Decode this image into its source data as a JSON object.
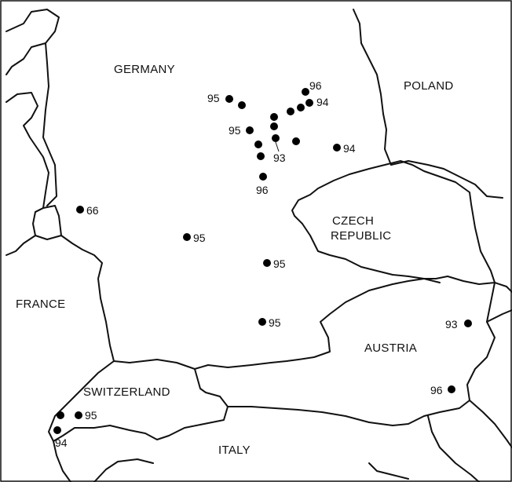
{
  "map": {
    "countries": {
      "germany": "GERMANY",
      "poland": "POLAND",
      "czech_line1": "CZECH",
      "czech_line2": "REPUBLIC",
      "france": "FRANCE",
      "austria": "AUSTRIA",
      "switzerland": "SWITZERLAND",
      "italy": "ITALY"
    },
    "sites": [
      {
        "id": "s1",
        "label": "95"
      },
      {
        "id": "s2",
        "label": ""
      },
      {
        "id": "s3",
        "label": "96"
      },
      {
        "id": "s4",
        "label": "94"
      },
      {
        "id": "s5",
        "label": ""
      },
      {
        "id": "s6",
        "label": ""
      },
      {
        "id": "s7",
        "label": "95"
      },
      {
        "id": "s8",
        "label": ""
      },
      {
        "id": "s9",
        "label": "93"
      },
      {
        "id": "s10",
        "label": ""
      },
      {
        "id": "s11",
        "label": ""
      },
      {
        "id": "s12",
        "label": ""
      },
      {
        "id": "s13",
        "label": "96"
      },
      {
        "id": "s14",
        "label": "94"
      },
      {
        "id": "s15",
        "label": "66"
      },
      {
        "id": "s16",
        "label": "95"
      },
      {
        "id": "s17",
        "label": "95"
      },
      {
        "id": "s18",
        "label": "95"
      },
      {
        "id": "s19",
        "label": "93"
      },
      {
        "id": "s20",
        "label": "96"
      },
      {
        "id": "s21",
        "label": "95"
      },
      {
        "id": "s22",
        "label": ""
      },
      {
        "id": "s23",
        "label": "94"
      }
    ]
  }
}
